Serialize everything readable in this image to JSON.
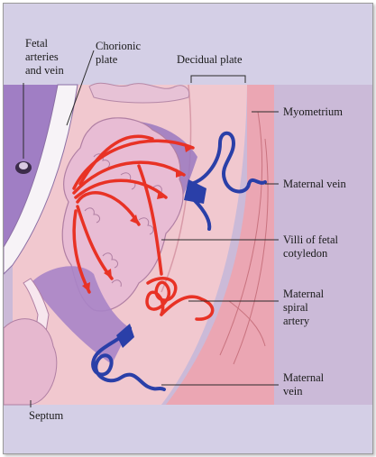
{
  "labels": {
    "fetal_arteries_line1": "Fetal",
    "fetal_arteries_line2": "arteries",
    "fetal_arteries_line3": "and vein",
    "chorionic_line1": "Chorionic",
    "chorionic_line2": "plate",
    "decidual": "Decidual plate",
    "myometrium": "Myometrium",
    "maternal_vein_top": "Maternal vein",
    "villi_line1": "Villi of fetal",
    "villi_line2": "cotyledon",
    "spiral_line1": "Maternal",
    "spiral_line2": "spiral",
    "spiral_line3": "artery",
    "maternal_vein_bottom_line1": "Maternal",
    "maternal_vein_bottom_line2": "vein",
    "septum": "Septum"
  },
  "colors": {
    "background": "#cfc9e2",
    "panel_lilac": "#cbbad8",
    "fetal_purple": "#a07ec4",
    "chorion_purple": "#b08cc8",
    "decidua_pink": "#f1c8cf",
    "myometrium_pink": "#eba6b3",
    "villi_pink": "#e8bcd4",
    "artery_red": "#e83225",
    "vein_blue": "#2a3fa8"
  }
}
